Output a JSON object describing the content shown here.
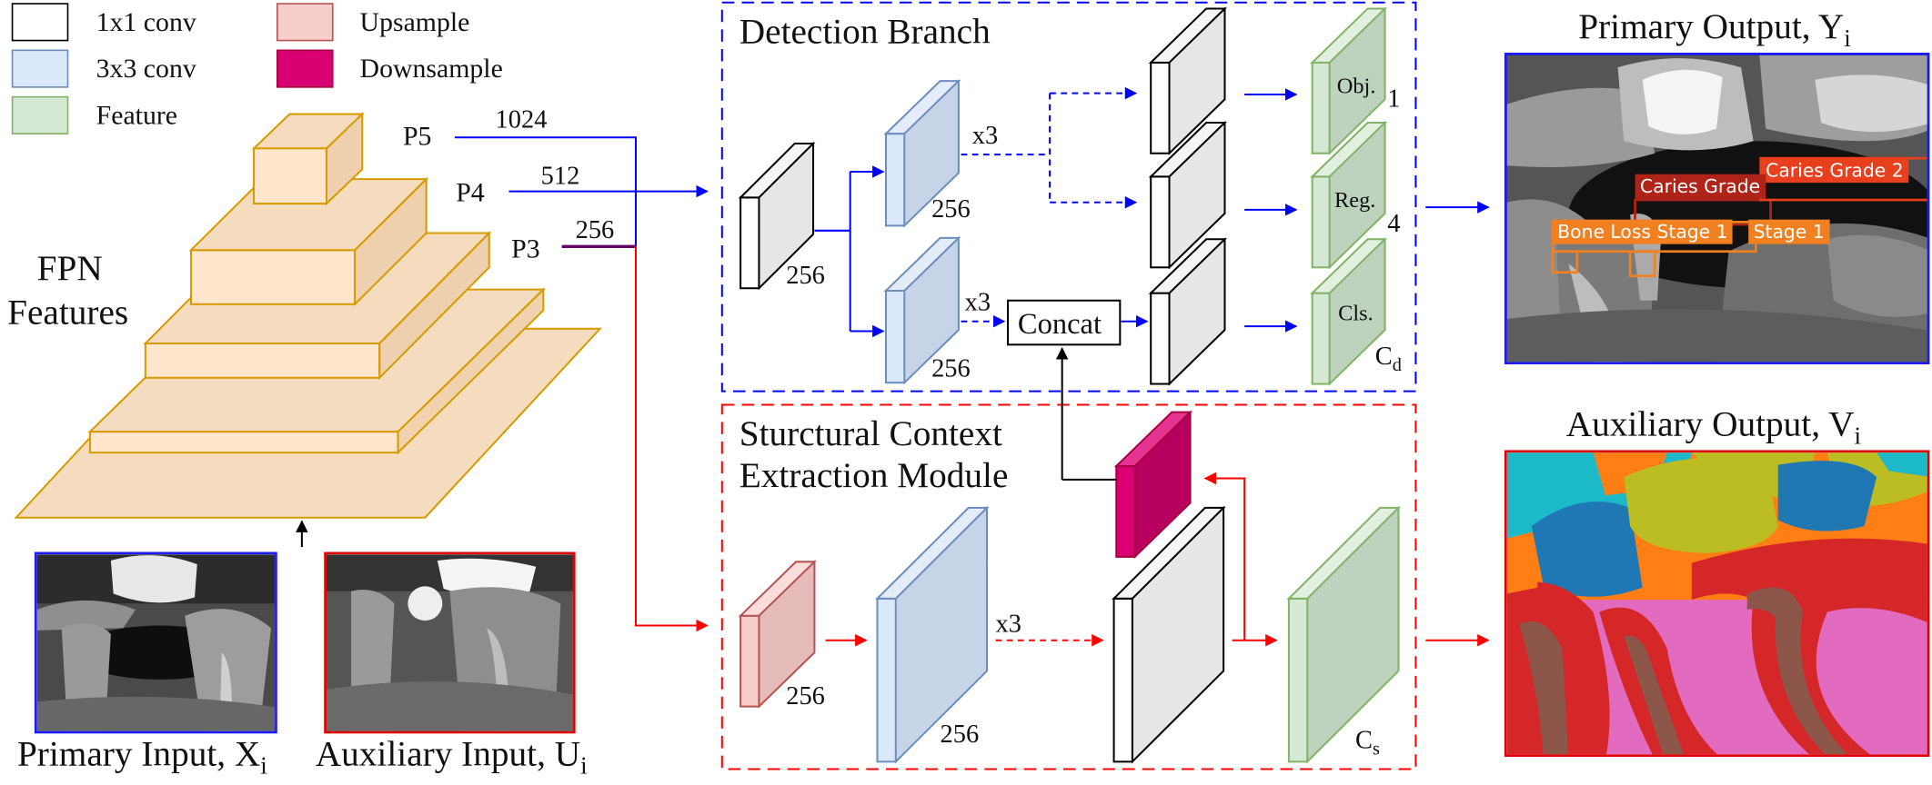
{
  "legend": {
    "conv1x1": "1x1 conv",
    "conv3x3": "3x3 conv",
    "feature": "Feature",
    "upsample": "Upsample",
    "downsample": "Downsample"
  },
  "colors": {
    "conv1x1": "#ffffff",
    "conv3x3": "#dae8fc",
    "feature": "#d5e8d4",
    "upsample": "#f8cecc",
    "downsample": "#d80073",
    "fpn": "#ffe6cc",
    "blue_branch": "#0000ff",
    "red_branch": "#ff0000"
  },
  "fpn": {
    "label_line1": "FPN",
    "label_line2": "Features",
    "p5": "P5",
    "p4": "P4",
    "p3": "P3",
    "p5_ch": "1024",
    "p4_ch": "512",
    "p3_ch": "256"
  },
  "detection": {
    "title": "Detection Branch",
    "ch_first": "256",
    "ch_top": "256",
    "ch_bottom": "256",
    "rep_top": "x3",
    "rep_bottom": "x3",
    "concat": "Concat",
    "obj": "Obj.",
    "reg": "Reg.",
    "cls": "Cls.",
    "obj_n": "1",
    "reg_n": "4",
    "cls_n_base": "C",
    "cls_n_sub": "d"
  },
  "structural": {
    "title_line1": "Sturctural Context",
    "title_line2": "Extraction Module",
    "ch_first": "256",
    "ch_second": "256",
    "rep": "x3",
    "out_base": "C",
    "out_sub": "s"
  },
  "outputs": {
    "primary_base": "Primary Output, Y",
    "primary_sub": "i",
    "auxiliary_base": "Auxiliary Output, V",
    "auxiliary_sub": "i",
    "detections": [
      "Caries Grade 2",
      "Caries Grade",
      "Bone Loss Stage 1",
      "Stage 1"
    ]
  },
  "inputs": {
    "primary_base": "Primary Input, X",
    "primary_sub": "i",
    "auxiliary_base": "Auxiliary Input, U",
    "auxiliary_sub": "i"
  }
}
